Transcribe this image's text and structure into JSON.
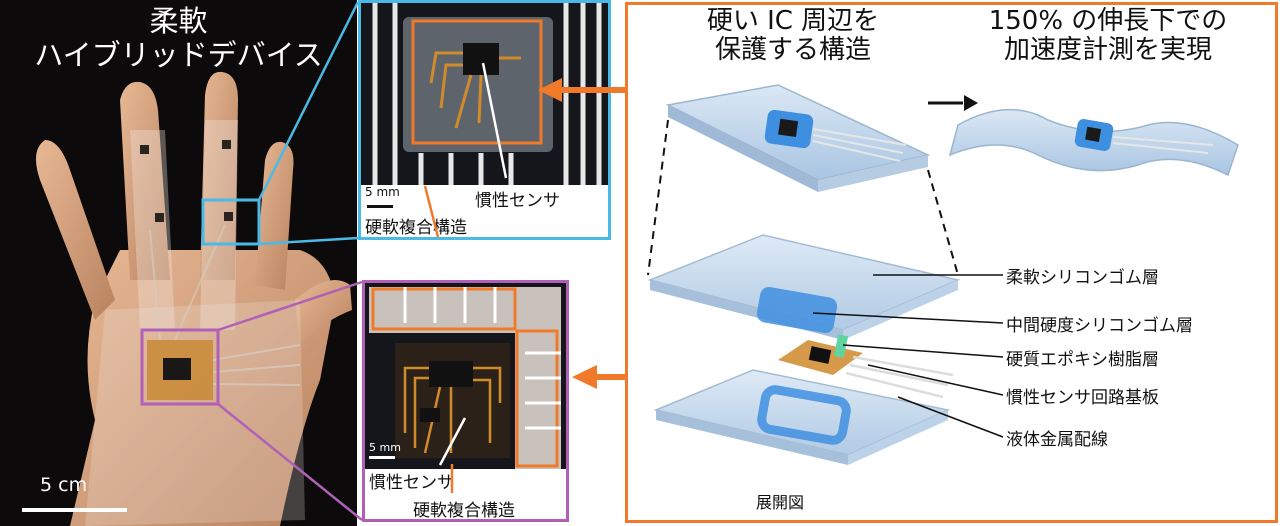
{
  "hand_panel": {
    "title_line1": "柔軟",
    "title_line2": "ハイブリッドデバイス",
    "scale_label": "5 cm"
  },
  "inset_top": {
    "scale_label": "5 mm",
    "sensor_label": "慣性センサ",
    "composite_label": "硬軟複合構造"
  },
  "inset_bottom": {
    "scale_label": "5 mm",
    "sensor_label": "慣性センサ",
    "composite_label": "硬軟複合構造"
  },
  "diagram": {
    "heading_left_line1": "硬い IC 周辺を",
    "heading_left_line2": "保護する構造",
    "heading_right_line1": "150% の伸長下での",
    "heading_right_line2": "加速度計測を実現",
    "layers": [
      "柔軟シリコンゴム層",
      "中間硬度シリコンゴム層",
      "硬質エポキシ樹脂層",
      "慣性センサ回路基板",
      "液体金属配線"
    ],
    "caption": "展開図"
  },
  "colors": {
    "orange": "#f07a2a",
    "cyan": "#4bb9e6",
    "purple": "#b060b6",
    "silicone_blue": "#bcd6ee",
    "mid_blue": "#3f8fe0"
  }
}
